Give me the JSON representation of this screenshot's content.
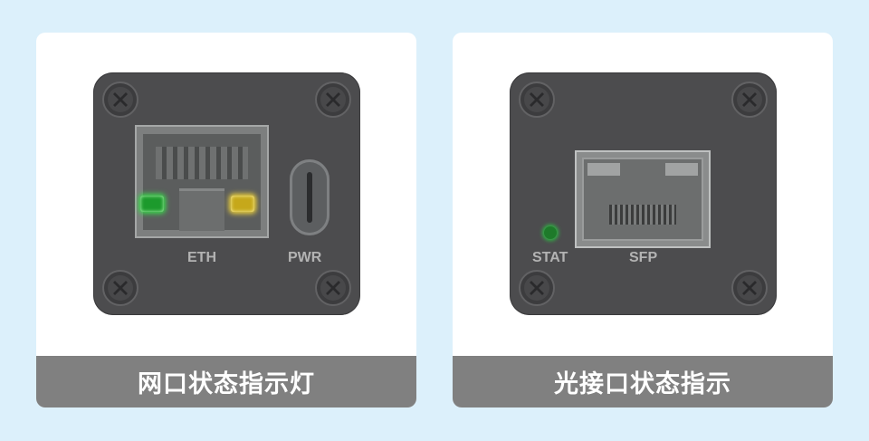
{
  "cards": [
    {
      "caption": "网口状态指示灯",
      "labels": {
        "eth": "ETH",
        "pwr": "PWR"
      }
    },
    {
      "caption": "光接口状态指示",
      "labels": {
        "stat": "STAT",
        "sfp": "SFP"
      }
    }
  ],
  "colors": {
    "background": "#dcf0fb",
    "panel": "#4c4c4e",
    "caption_bar": "#808080",
    "led_green": "#3adb4b",
    "led_yellow": "#f2d53a"
  },
  "icons": [
    "screw-icon",
    "rj45-port-icon",
    "usb-c-port-icon",
    "sfp-port-icon",
    "led-indicator-icon"
  ]
}
